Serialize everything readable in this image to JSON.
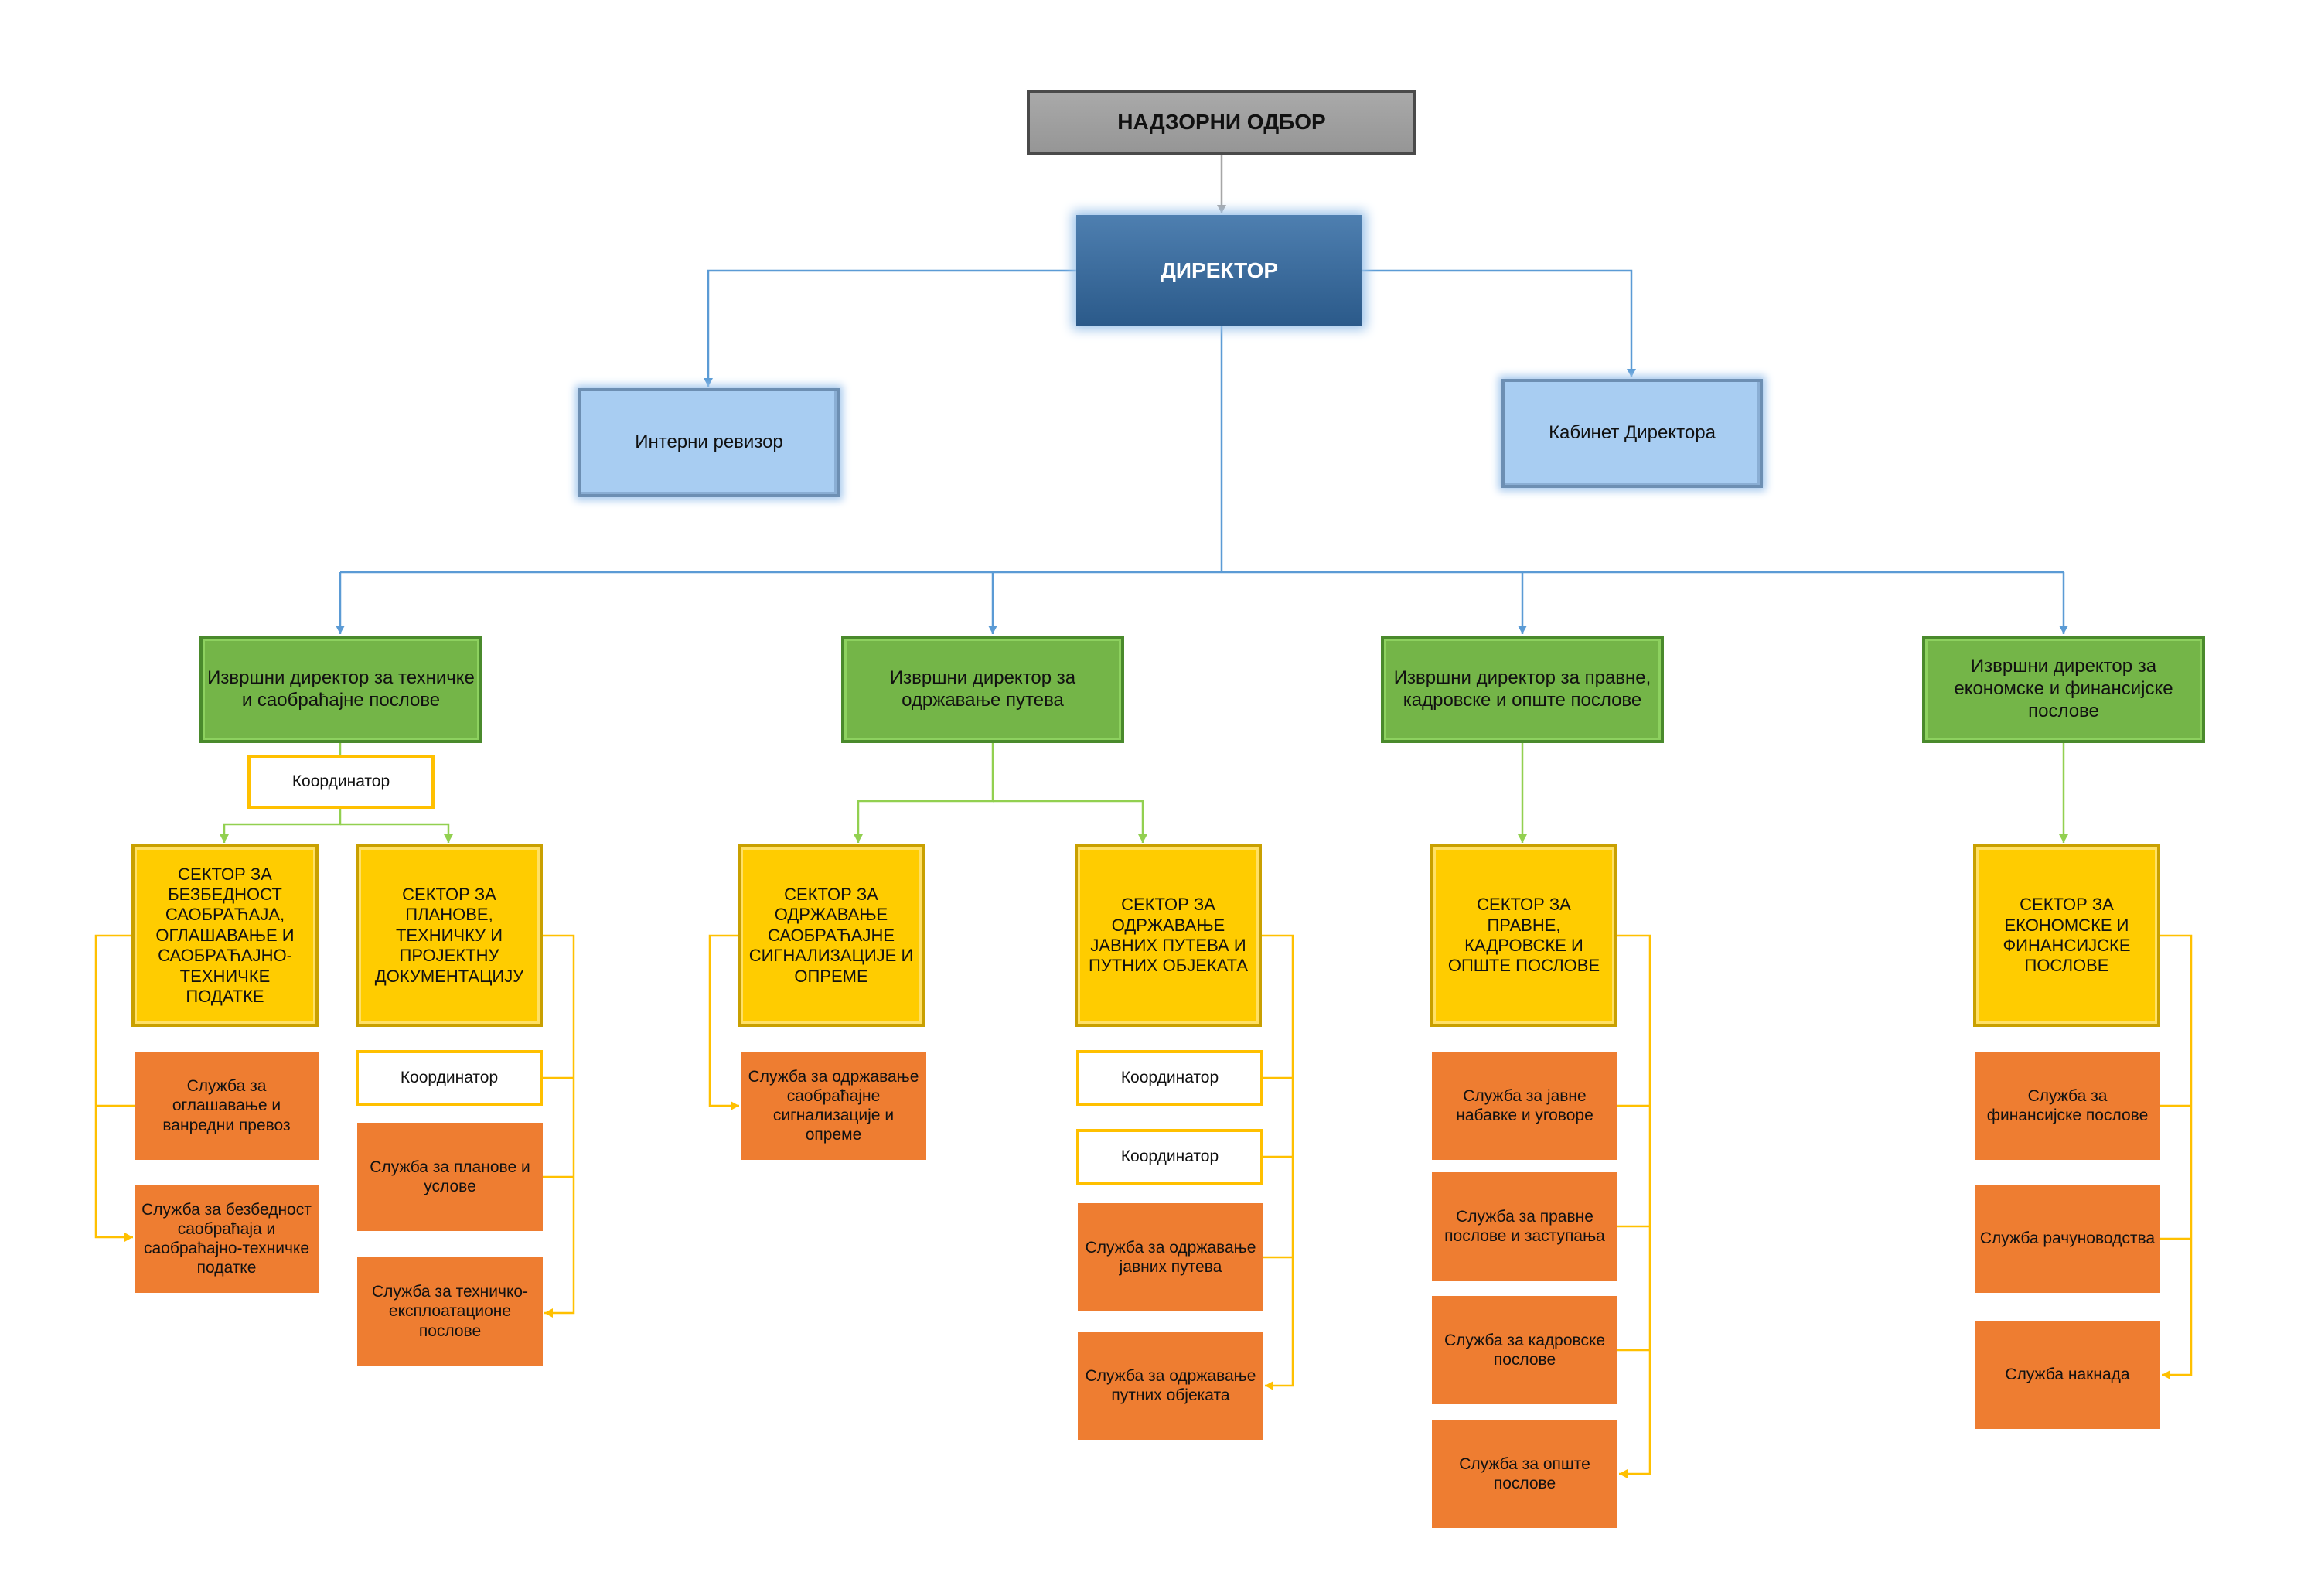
{
  "board": {
    "label": "НАДЗОРНИ ОДБОР"
  },
  "director": {
    "label": "ДИРЕКТОР"
  },
  "internal_auditor": {
    "label": "Интерни ревизор"
  },
  "cabinet": {
    "label": "Кабинет Директора"
  },
  "exec_technical": {
    "label": "Извршни директор за техничке и саобраћајне послове"
  },
  "exec_roads": {
    "label": "Извршни директор за одржавање путева"
  },
  "exec_legal": {
    "label": "Извршни директор за правне, кадровске и опште послове"
  },
  "exec_economic": {
    "label": "Извршни директор за економске и финансијске  послове"
  },
  "coordinator_label": "Координатор",
  "sector_safety": {
    "label": "СЕКТОР ЗА БЕЗБЕДНОСТ САОБРАЋАЈА, ОГЛАШАВАЊЕ И САОБРАЋАЈНО-ТЕХНИЧКЕ ПОДАТКЕ"
  },
  "sector_plans": {
    "label": "СЕКТОР ЗА ПЛАНОВЕ, ТЕХНИЧКУ И ПРОЈЕКТНУ ДОКУМЕНТАЦИЈУ"
  },
  "sector_signal": {
    "label": "СЕКТОР ЗА ОДРЖАВАЊЕ САОБРАЋАЈНЕ СИГНАЛИЗАЦИЈЕ И ОПРЕМЕ"
  },
  "sector_public_roads": {
    "label": "СЕКТОР ЗА ОДРЖАВАЊЕ ЈАВНИХ ПУТЕВА И ПУТНИХ ОБЈЕКАТА"
  },
  "sector_legal": {
    "label": "СЕКТОР ЗА ПРАВНЕ, КАДРОВСКЕ И ОПШТЕ ПОСЛОВЕ"
  },
  "sector_economic": {
    "label": "СЕКТОР ЗА ЕКОНОМСКЕ И ФИНАНСИЈСКЕ ПОСЛОВЕ"
  },
  "svc_advertising": {
    "label": "Служба за оглашавање и ванредни превоз"
  },
  "svc_traffic_safety": {
    "label": "Служба за безбедност саобраћаја и саобраћајно-техничке податке"
  },
  "svc_plans": {
    "label": "Служба за планове и услове"
  },
  "svc_tech_exploitation": {
    "label": "Служба за техничко-експлоатационе послове"
  },
  "svc_signal": {
    "label": "Служба за одржавање саобраћајне сигнализације и опреме"
  },
  "svc_public_roads": {
    "label": "Служба за одржавање јавних путева"
  },
  "svc_road_objects": {
    "label": "Служба за одржавање путних објеката"
  },
  "svc_procurement": {
    "label": "Служба за јавне набавке и уговоре"
  },
  "svc_legal": {
    "label": "Служба за правне послове и заступања"
  },
  "svc_hr": {
    "label": "Служба за кадровске послове"
  },
  "svc_general": {
    "label": "Служба за опште послове"
  },
  "svc_finance": {
    "label": "Служба за финансијске послове"
  },
  "svc_accounting": {
    "label": "Служба рачуноводства"
  },
  "svc_fees": {
    "label": "Служба накнада"
  },
  "colors": {
    "blue_line": "#5b9bd5",
    "green_line": "#92d050",
    "orange_line": "#ffc000",
    "grey_line": "#a6a6a6"
  }
}
